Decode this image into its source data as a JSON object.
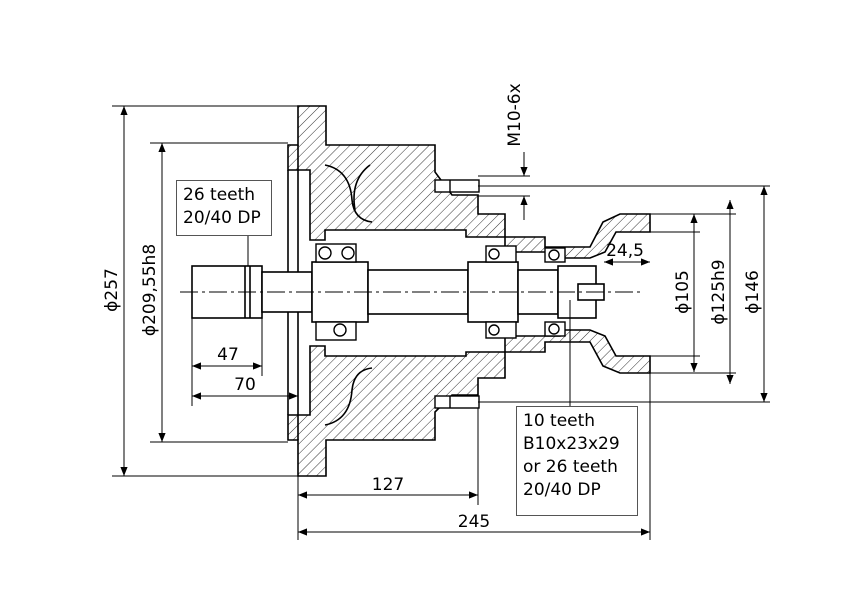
{
  "dimensions": {
    "d257": "ϕ257",
    "d209": "ϕ209,55h8",
    "d47": "47",
    "d70": "70",
    "d127": "127",
    "d245": "245",
    "d24_5": "24,5",
    "d105": "ϕ105",
    "d125": "ϕ125h9",
    "d146": "ϕ146",
    "thread": "M10-6x"
  },
  "labels": {
    "left_line1": "26 teeth",
    "left_line2": "20/40 DP",
    "right_line1": "10 teeth",
    "right_line2": "B10x23x29",
    "right_line3": "or 26 teeth",
    "right_line4": "20/40 DP"
  }
}
